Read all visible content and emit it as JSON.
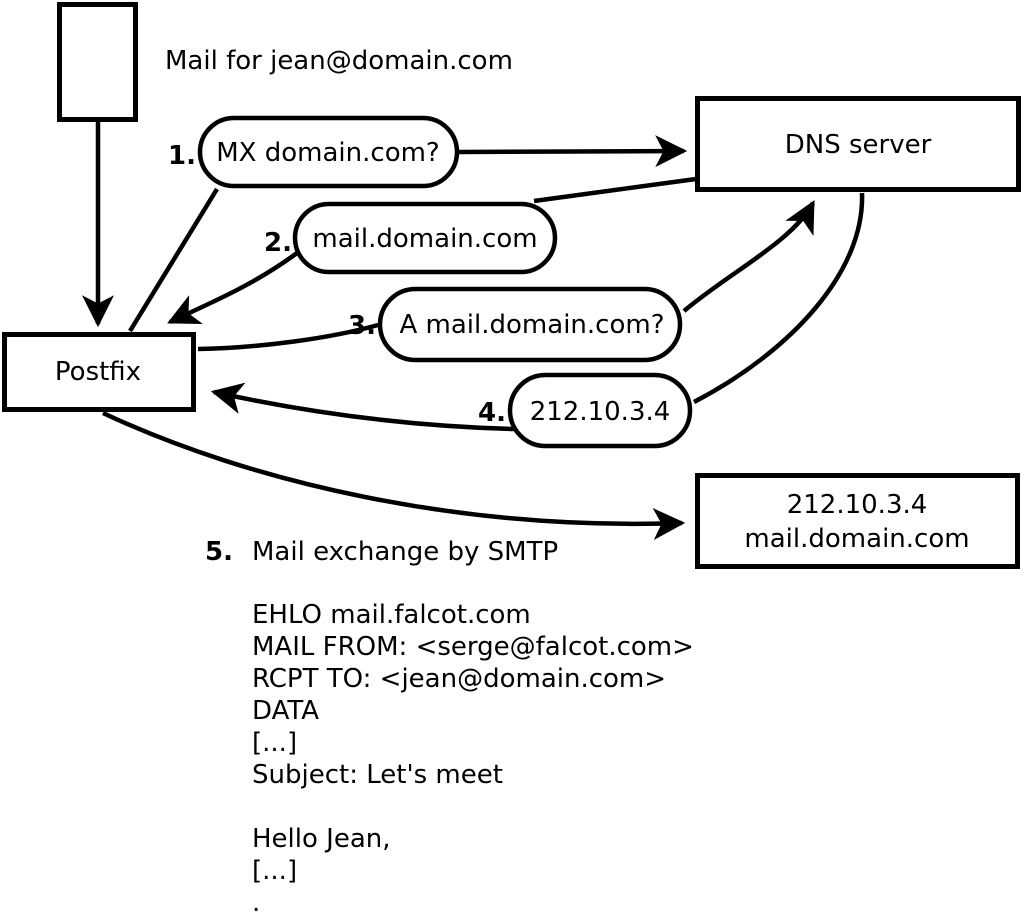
{
  "title_note": "Mail for jean@domain.com",
  "nodes": {
    "postfix": "Postfix",
    "dns_server": "DNS server",
    "mail_server": {
      "ip": "212.10.3.4",
      "hostname": "mail.domain.com"
    }
  },
  "steps": [
    {
      "num": "1.",
      "label": "MX domain.com?"
    },
    {
      "num": "2.",
      "label": "mail.domain.com"
    },
    {
      "num": "3.",
      "label": "A mail.domain.com?"
    },
    {
      "num": "4.",
      "label": "212.10.3.4"
    },
    {
      "num": "5.",
      "label": "Mail exchange by SMTP"
    }
  ],
  "smtp_session": [
    "EHLO mail.falcot.com",
    "MAIL FROM: <serge@falcot.com>",
    "RCPT TO: <jean@domain.com>",
    "DATA",
    "[...]",
    "Subject: Let's meet",
    "",
    "Hello Jean,",
    "[...]",
    "."
  ],
  "colors": {
    "line": "#000000",
    "background": "#ffffff"
  }
}
